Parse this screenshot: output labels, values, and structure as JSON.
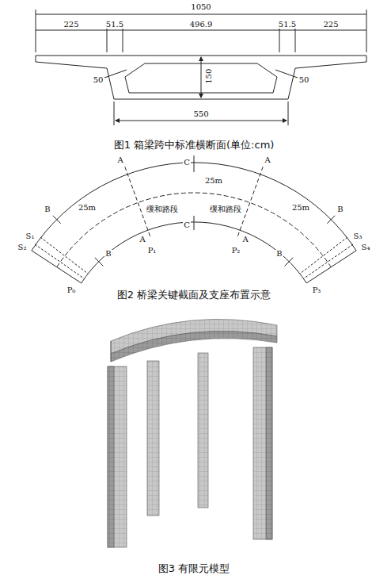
{
  "diagram": {
    "labels": [
      "1050",
      "225",
      "51.5",
      "496.9",
      "51.5",
      "225",
      "50",
      "150",
      "50",
      "550",
      "图1 箱梁跨中标准横断面(单位:cm)",
      "C",
      "A",
      "A",
      "B",
      "B",
      "25m",
      "25m",
      "25m",
      "缓和路段",
      "缓和路段",
      "C",
      "A",
      "A",
      "B",
      "B",
      "P₁",
      "P₂",
      "S₁",
      "S₂",
      "P₀",
      "S₃",
      "S₄",
      "P₃",
      "图2 桥梁关键截面及支座布置示意",
      "图3 有限元模型"
    ]
  }
}
